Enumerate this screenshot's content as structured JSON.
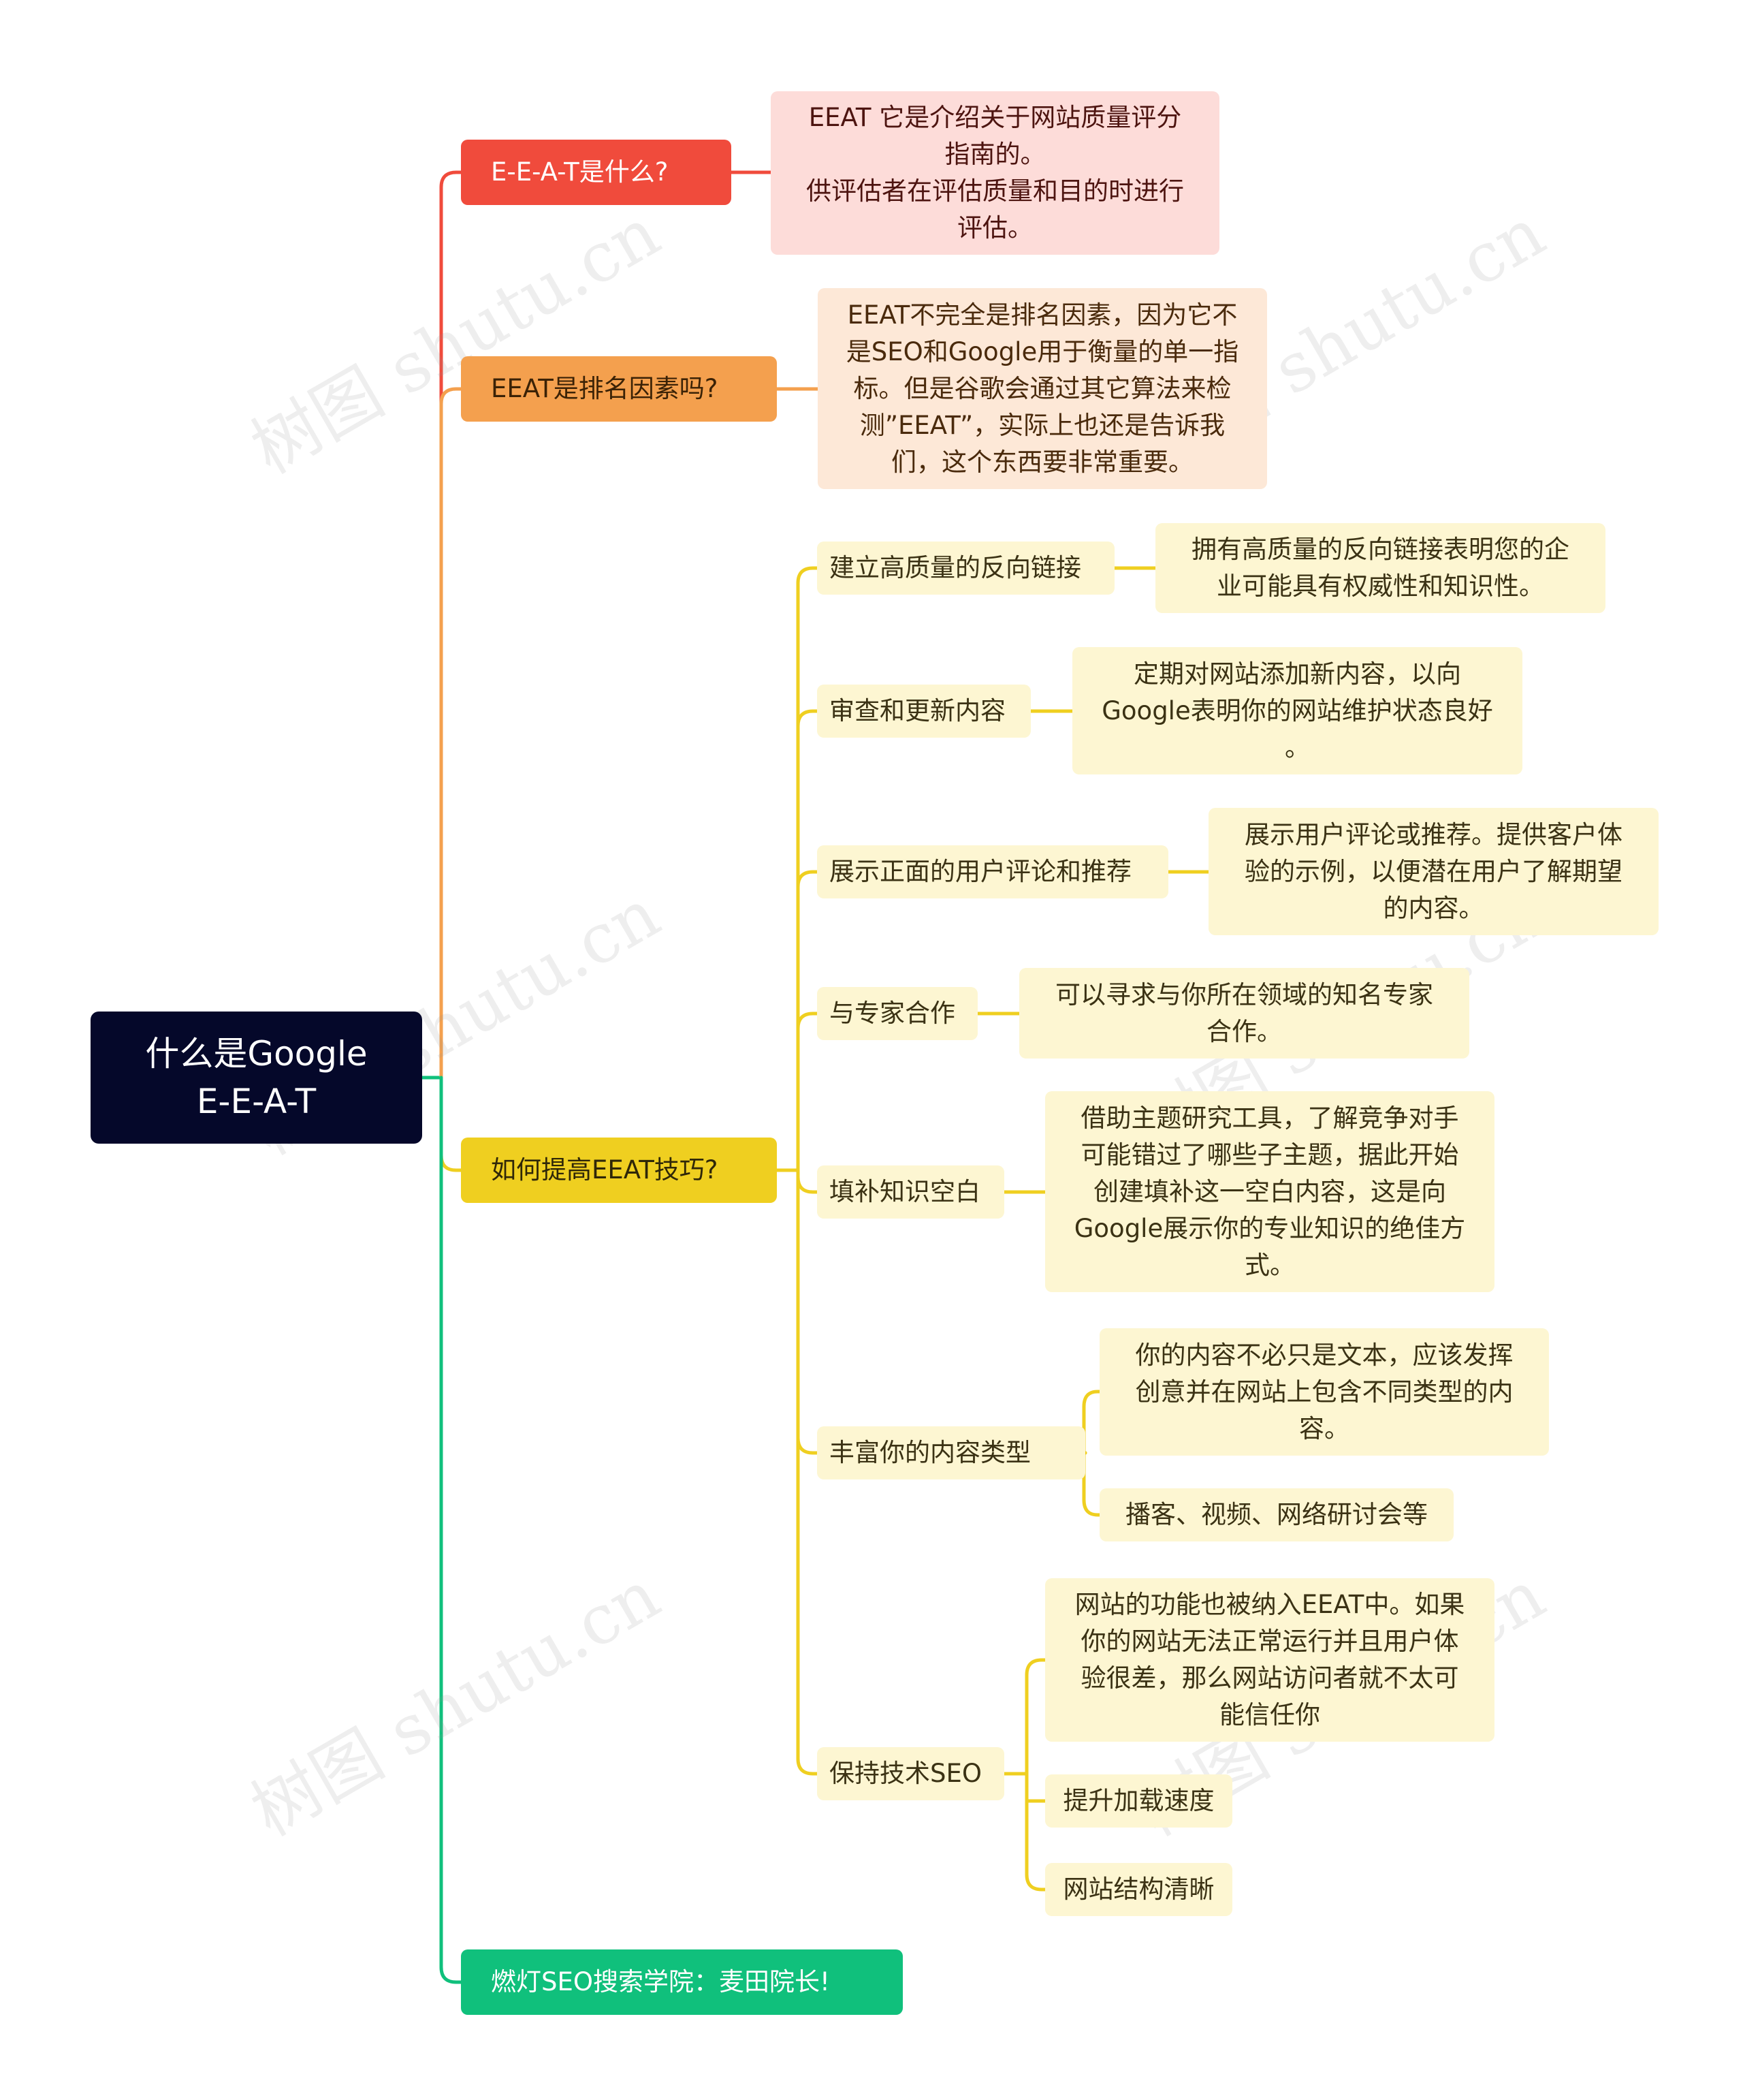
{
  "root": {
    "title": "什么是Google\nE-E-A-T"
  },
  "branches": [
    {
      "label": "E-E-A-T是什么?",
      "detail": "EEAT 它是介绍关于网站质量评分\n指南的。\n供评估者在评估质量和目的时进行\n评估。"
    },
    {
      "label": "EEAT是排名因素吗?",
      "detail": "EEAT不完全是排名因素，因为它不\n是SEO和Google用于衡量的单一指\n标。但是谷歌会通过其它算法来检\n测”EEAT”，实际上也还是告诉我\n们，这个东西要非常重要。"
    },
    {
      "label": "如何提高EEAT技巧?",
      "tips": [
        {
          "label": "建立高质量的反向链接",
          "details": [
            "拥有高质量的反向链接表明您的企\n业可能具有权威性和知识性。"
          ]
        },
        {
          "label": "审查和更新内容",
          "details": [
            "定期对网站添加新内容，以向\nGoogle表明你的网站维护状态良好\n。"
          ]
        },
        {
          "label": "展示正面的用户评论和推荐",
          "details": [
            "展示用户评论或推荐。提供客户体\n验的示例，以便潜在用户了解期望\n的内容。"
          ]
        },
        {
          "label": "与专家合作",
          "details": [
            "可以寻求与你所在领域的知名专家\n合作。"
          ]
        },
        {
          "label": "填补知识空白",
          "details": [
            "借助主题研究工具，了解竞争对手\n可能错过了哪些子主题，据此开始\n创建填补这一空白内容，这是向\nGoogle展示你的专业知识的绝佳方\n式。"
          ]
        },
        {
          "label": "丰富你的内容类型",
          "details": [
            "你的内容不必只是文本，应该发挥\n创意并在网站上包含不同类型的内\n容。",
            "播客、视频、网络研讨会等"
          ]
        },
        {
          "label": "保持技术SEO",
          "details": [
            "网站的功能也被纳入EEAT中。如果\n你的网站无法正常运行并且用户体\n验很差，那么网站访问者就不太可\n能信任你",
            "提升加载速度",
            "网站结构清晰"
          ]
        }
      ]
    },
    {
      "label": "燃灯SEO搜索学院：麦田院长!"
    }
  ],
  "watermark": "树图 shutu.cn",
  "colors": {
    "root": "#05082a",
    "branch_red": "#f04b3c",
    "branch_orange": "#f4a04e",
    "branch_yellow": "#efcf20",
    "branch_green": "#10c07c",
    "detail_red": "#fddcd9",
    "detail_orange": "#fde8d7",
    "detail_yellow": "#fdf6d2"
  }
}
